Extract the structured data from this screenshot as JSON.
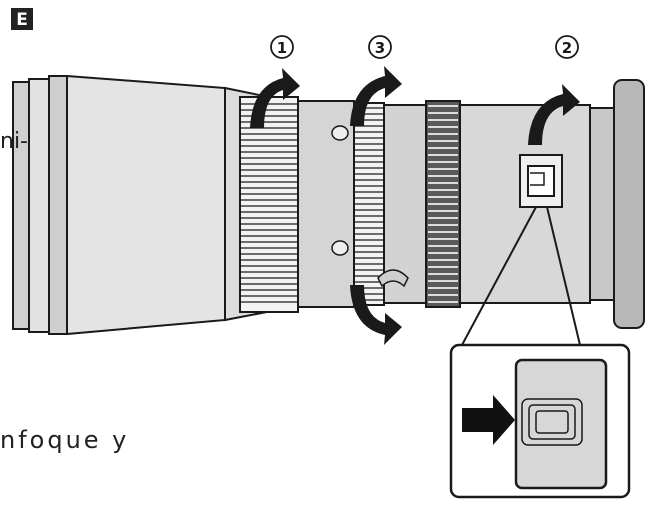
{
  "section_badge": "E",
  "callouts": {
    "one": "1",
    "two": "2",
    "three": "3"
  },
  "text_fragments": {
    "top": "ni-",
    "bottom": "nfoque y"
  },
  "colors": {
    "line": "#1a1a1a",
    "lens_fill": "#d8d8d8",
    "dark_fill": "#3a3a3a",
    "badge_fill": "#222222"
  }
}
